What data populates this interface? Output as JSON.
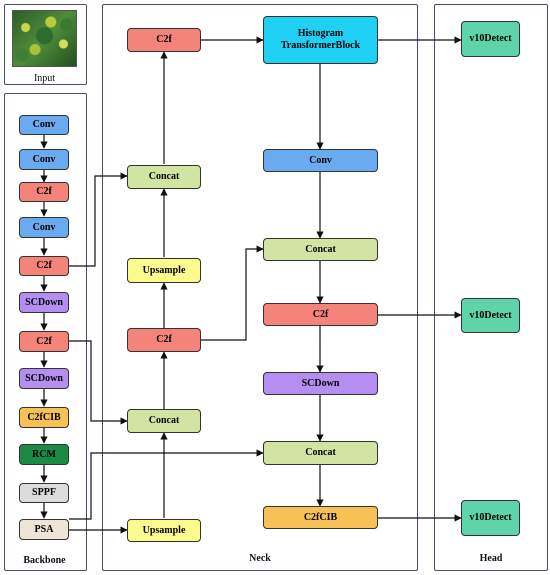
{
  "input": {
    "label": "Input"
  },
  "panels": {
    "backbone": "Backbone",
    "neck": "Neck",
    "head": "Head"
  },
  "backbone": [
    "Conv",
    "Conv",
    "C2f",
    "Conv",
    "C2f",
    "SCDown",
    "C2f",
    "SCDown",
    "C2fCIB",
    "RCM",
    "SPPF",
    "PSA"
  ],
  "neck": {
    "c2f_top": "C2f",
    "concat_a": "Concat",
    "upsample_a": "Upsample",
    "c2f_mid": "C2f",
    "concat_b": "Concat",
    "upsample_b": "Upsample",
    "htb_line1": "Histogram",
    "htb_line2": "TransformerBlock",
    "conv": "Conv",
    "concat_c": "Concat",
    "c2f_right": "C2f",
    "scdown": "SCDown",
    "concat_d": "Concat",
    "c2fcib": "C2fCIB"
  },
  "head": [
    "v10Detect",
    "v10Detect",
    "v10Detect"
  ],
  "colors": {
    "conv": "#6aaaf0",
    "c2f": "#f4837a",
    "scdown": "#b48ef0",
    "c2fcib": "#f8c155",
    "rcm": "#1a8a45",
    "sppf": "#dcdcdc",
    "psa": "#efe4d8",
    "concat": "#d2e4a2",
    "upsample": "#fbfb8e",
    "htb": "#1fd0f5",
    "detect": "#5fd4aa"
  }
}
